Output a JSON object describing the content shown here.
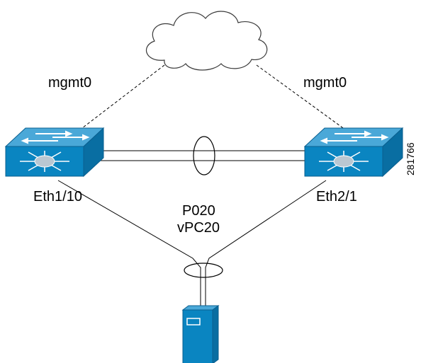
{
  "labels": {
    "mgmt_left": "mgmt0",
    "mgmt_right": "mgmt0",
    "eth_left": "Eth1/10",
    "eth_right": "Eth2/1",
    "port_channel": "P020",
    "vpc": "vPC20",
    "figure_id": "281766"
  },
  "nodes": {
    "cloud": {
      "icon": "cloud-icon",
      "color": "#ffffff"
    },
    "switch_left": {
      "icon": "switch-icon",
      "color": "#0a85c1"
    },
    "switch_right": {
      "icon": "switch-icon",
      "color": "#0a85c1"
    },
    "server": {
      "icon": "server-icon",
      "color": "#0a85c1"
    }
  },
  "links": [
    {
      "from": "cloud",
      "to": "switch_left",
      "style": "dashed"
    },
    {
      "from": "cloud",
      "to": "switch_right",
      "style": "dashed"
    },
    {
      "from": "switch_left",
      "to": "switch_right",
      "style": "double-solid",
      "bundle": "ellipse"
    },
    {
      "from": "switch_left",
      "to": "server",
      "style": "solid"
    },
    {
      "from": "switch_right",
      "to": "server",
      "style": "solid",
      "bundle": "ellipse"
    }
  ]
}
